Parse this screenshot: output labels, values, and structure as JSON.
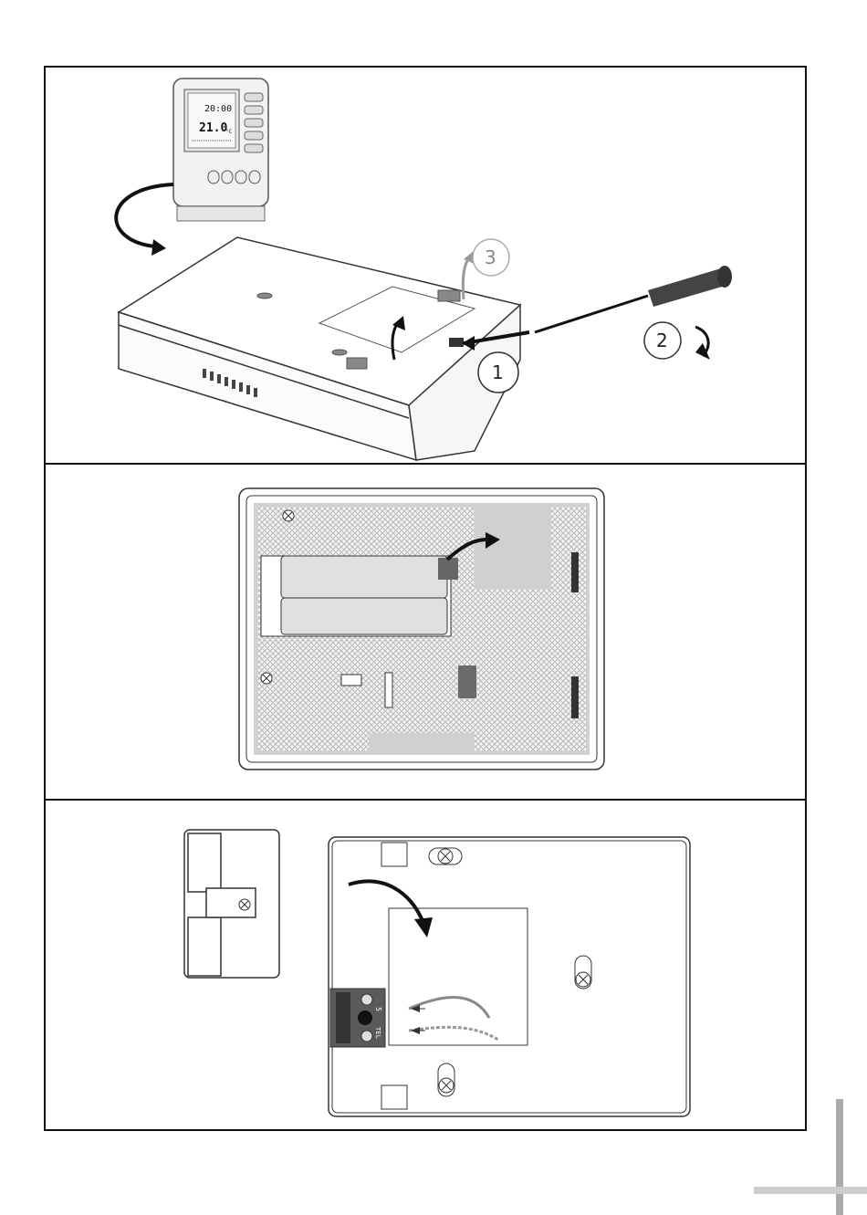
{
  "panel1": {
    "thermostat_display": {
      "time": "20:00",
      "temperature": "21.0",
      "unit": "°C"
    },
    "steps": [
      "1",
      "2",
      "3"
    ]
  },
  "panel3": {
    "terminal_label": "TEL",
    "terminal_number": "5"
  },
  "colors": {
    "line": "#111111",
    "frame": "#111111",
    "shade": "#cfcfcf",
    "battery": "#d8d8d8",
    "dark_part": "#6b6b6b"
  }
}
